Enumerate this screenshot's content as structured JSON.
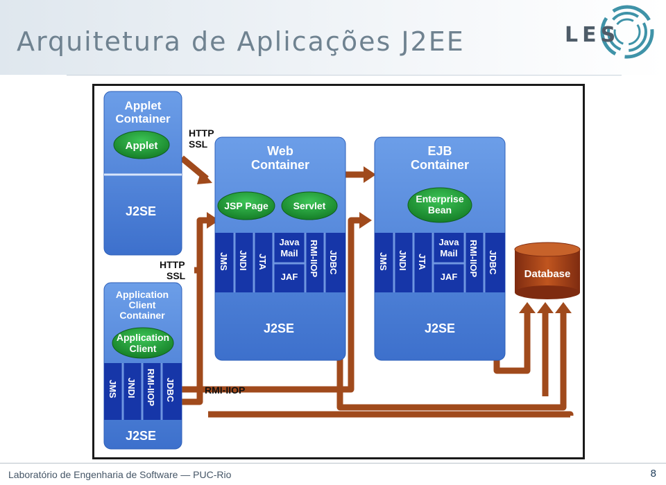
{
  "slide": {
    "title": "Arquitetura de Aplicações J2EE",
    "logo_text": "LES",
    "footer": "Laboratório de Engenharia de Software — PUC-Rio",
    "page_number": "8"
  },
  "diagram": {
    "applet_container": {
      "title_line1": "Applet",
      "title_line2": "Container",
      "component": "Applet",
      "runtime": "J2SE"
    },
    "app_client_container": {
      "title_line1": "Application",
      "title_line2": "Client",
      "title_line3": "Container",
      "component_line1": "Application",
      "component_line2": "Client",
      "runtime": "J2SE"
    },
    "web_container": {
      "title_line1": "Web",
      "title_line2": "Container",
      "component1": "JSP Page",
      "component2": "Servlet",
      "runtime": "J2SE"
    },
    "ejb_container": {
      "title_line1": "EJB",
      "title_line2": "Container",
      "component_line1": "Enterprise",
      "component_line2": "Bean",
      "runtime": "J2SE"
    },
    "services": {
      "jms": "JMS",
      "jndi": "JNDI",
      "jta": "JTA",
      "javamail_line1": "Java",
      "javamail_line2": "Mail",
      "jaf": "JAF",
      "rmi": "RMI-IIOP",
      "jdbc": "JDBC"
    },
    "database": "Database",
    "protocol_http": "HTTP",
    "protocol_ssl": "SSL",
    "protocol_rmi": "RMI-IIOP"
  },
  "colors": {
    "container_blue": "#4a7fd8",
    "dark_blue": "#1636a8",
    "green": "#1f9a35",
    "arrow": "#a04a1c",
    "database": "#a5401c"
  }
}
